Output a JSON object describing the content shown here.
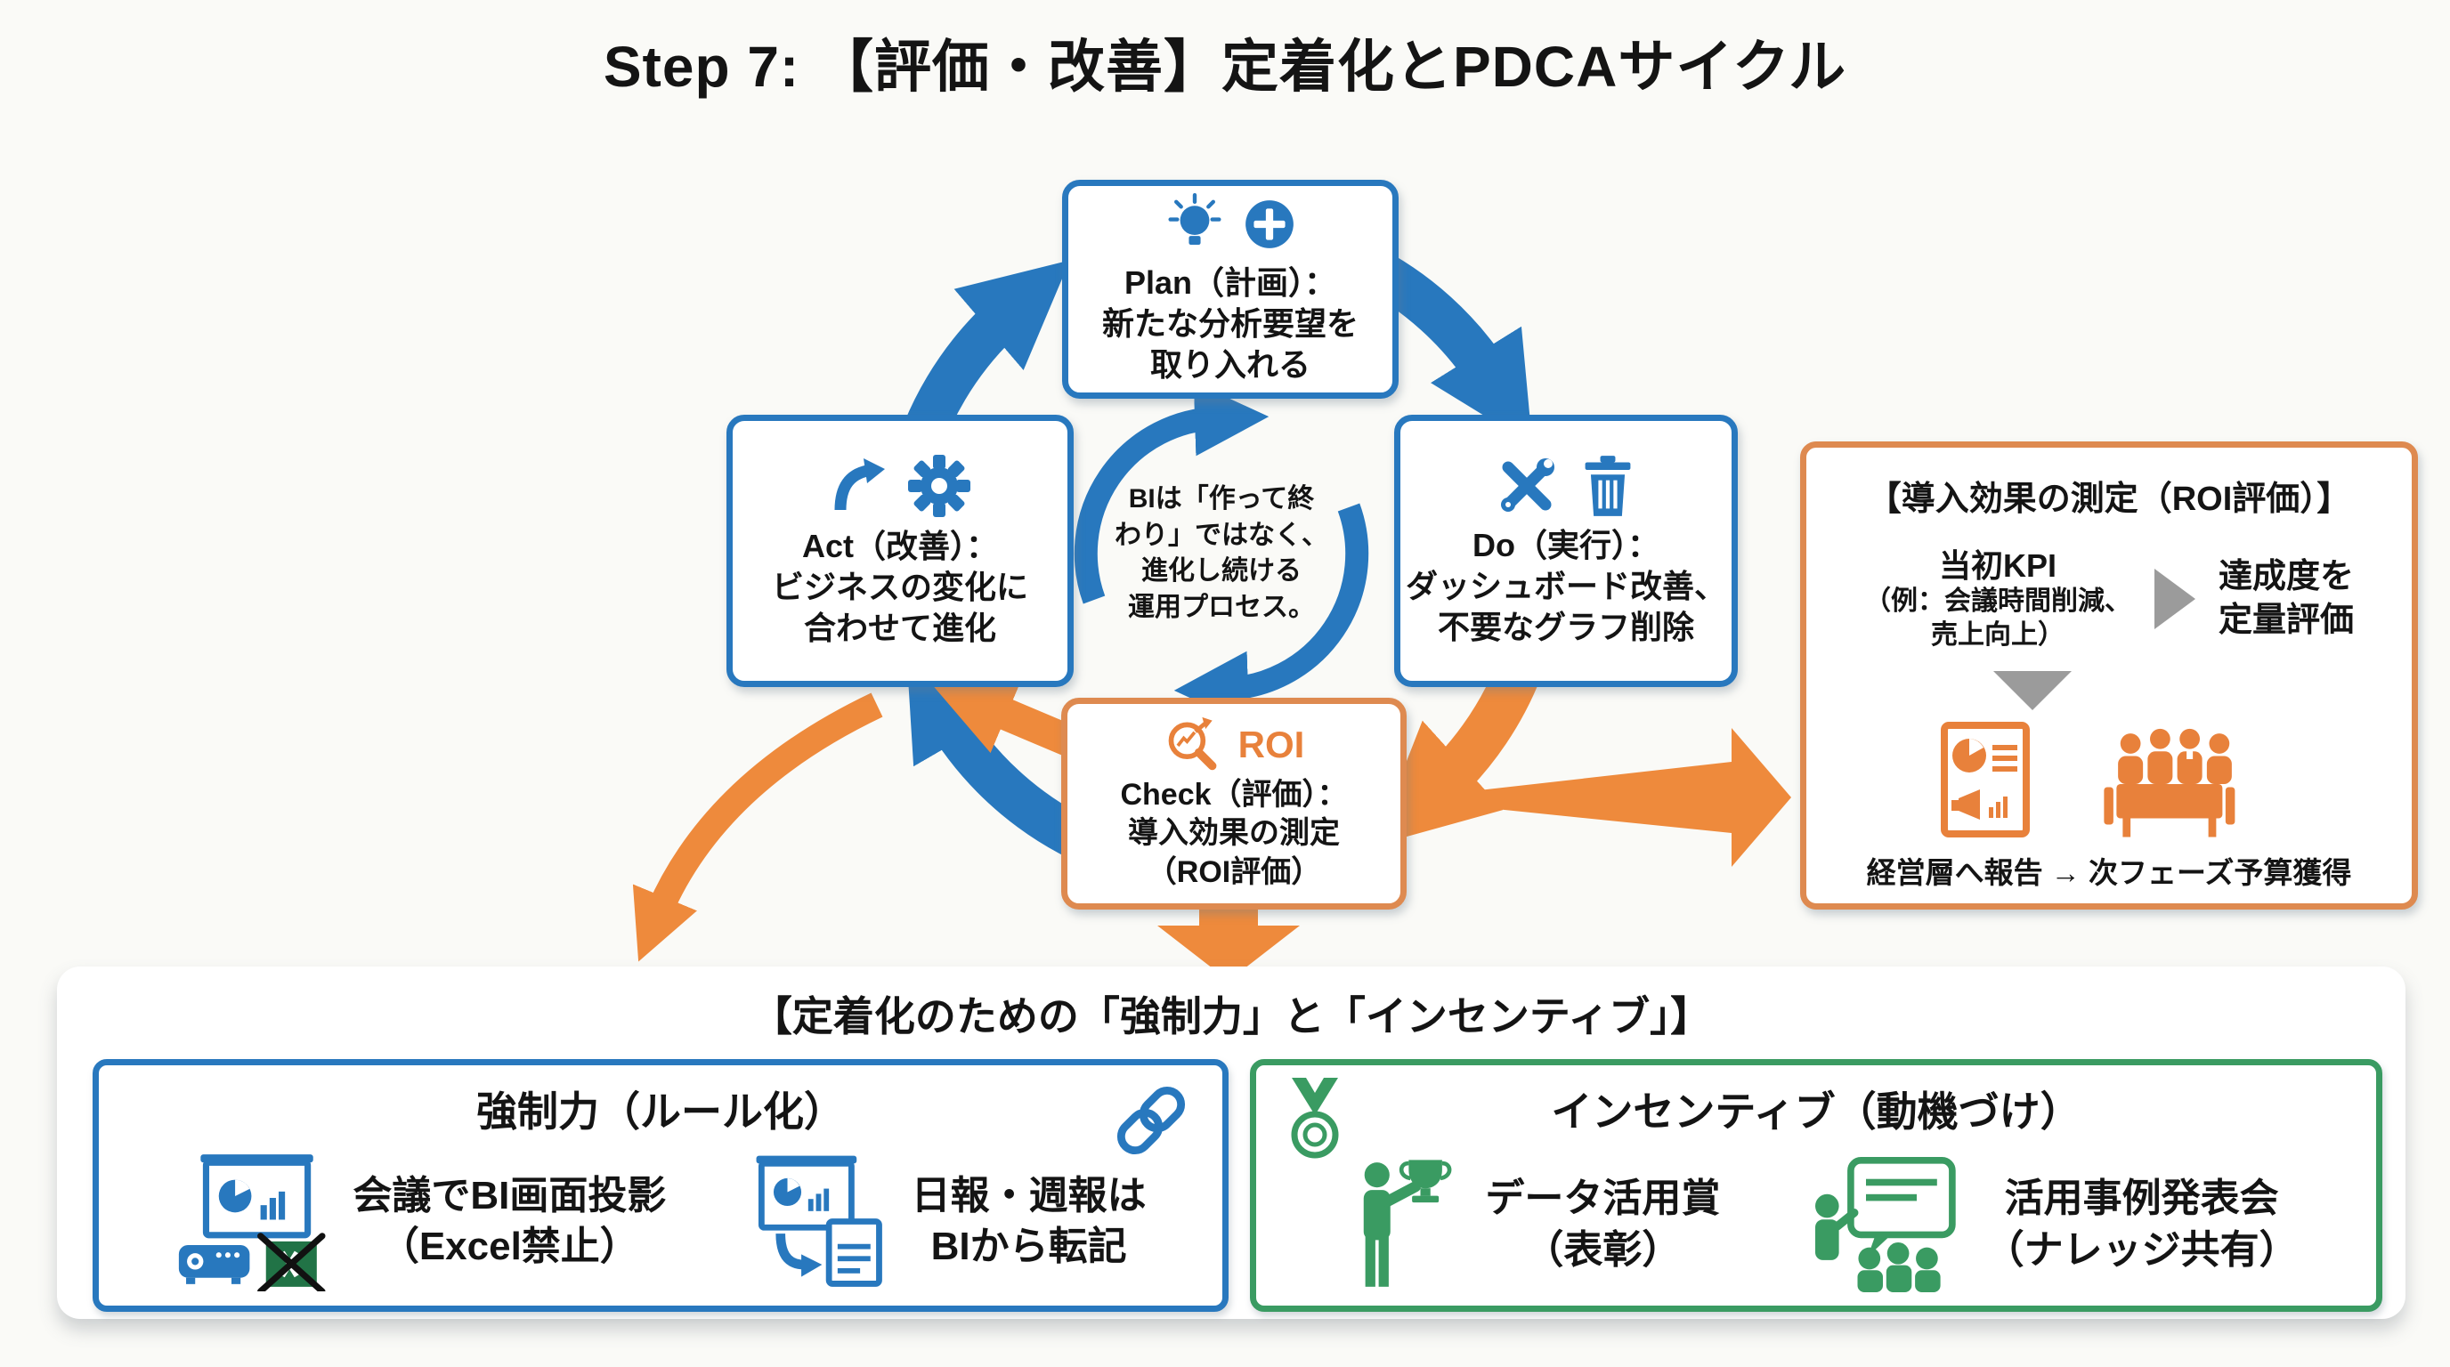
{
  "colors": {
    "blue": "#2878BE",
    "orange": "#EE8A3C",
    "orange_border": "#DE8A50",
    "green": "#3A9B62",
    "gray_arrow": "#9B9B9B",
    "excel_green": "#217346"
  },
  "title": "Step 7: 【評価・改善】定着化とPDCAサイクル",
  "cycle": {
    "plan": {
      "heading": "Plan（計画）：",
      "line1": "新たな分析要望を",
      "line2": "取り入れる",
      "icons": [
        "lightbulb-icon",
        "add-circle-icon"
      ]
    },
    "do": {
      "heading": "Do（実行）：",
      "line1": "ダッシュボード改善、",
      "line2": "不要なグラフ削除",
      "icons": [
        "tools-icon",
        "trash-icon"
      ]
    },
    "check": {
      "heading": "Check（評価）：",
      "line1": "導入効果の測定",
      "line2": "（ROI評価）",
      "badge": "ROI",
      "icons": [
        "roi-search-icon"
      ]
    },
    "act": {
      "heading": "Act（改善）：",
      "line1": "ビジネスの変化に",
      "line2": "合わせて進化",
      "icons": [
        "curve-up-arrow-icon",
        "gear-icon"
      ]
    },
    "center": {
      "line1": "BIは「作って終",
      "line2": "わり」ではなく、",
      "line3": "進化し続ける",
      "line4": "運用プロセス。"
    }
  },
  "roi_panel": {
    "title": "【導入効果の測定（ROI評価）】",
    "kpi": {
      "line1": "当初KPI",
      "line2": "（例：会議時間削減、",
      "line3": "売上向上）"
    },
    "result": {
      "line1": "達成度を",
      "line2": "定量評価"
    },
    "icons": [
      "report-document-icon",
      "meeting-table-icon"
    ],
    "bottom": "経営層へ報告 → 次フェーズ予算獲得"
  },
  "retention": {
    "header": "【定着化のための「強制力」と「インセンティブ」】",
    "enforcement": {
      "title": "強制力（ルール化）",
      "corner_icon": "chain-link-icon",
      "items": [
        {
          "line1": "会議でBI画面投影",
          "line2": "（Excel禁止）",
          "icon": "projector-screen-no-excel-icon"
        },
        {
          "line1": "日報・週報は",
          "line2": "BIから転記",
          "icon": "screen-to-document-icon"
        }
      ]
    },
    "incentive": {
      "title": "インセンティブ（動機づけ）",
      "corner_icon": "medal-icon",
      "items": [
        {
          "line1": "データ活用賞",
          "line2": "（表彰）",
          "icon": "trophy-person-icon"
        },
        {
          "line1": "活用事例発表会",
          "line2": "（ナレッジ共有）",
          "icon": "presentation-people-icon"
        }
      ]
    }
  }
}
